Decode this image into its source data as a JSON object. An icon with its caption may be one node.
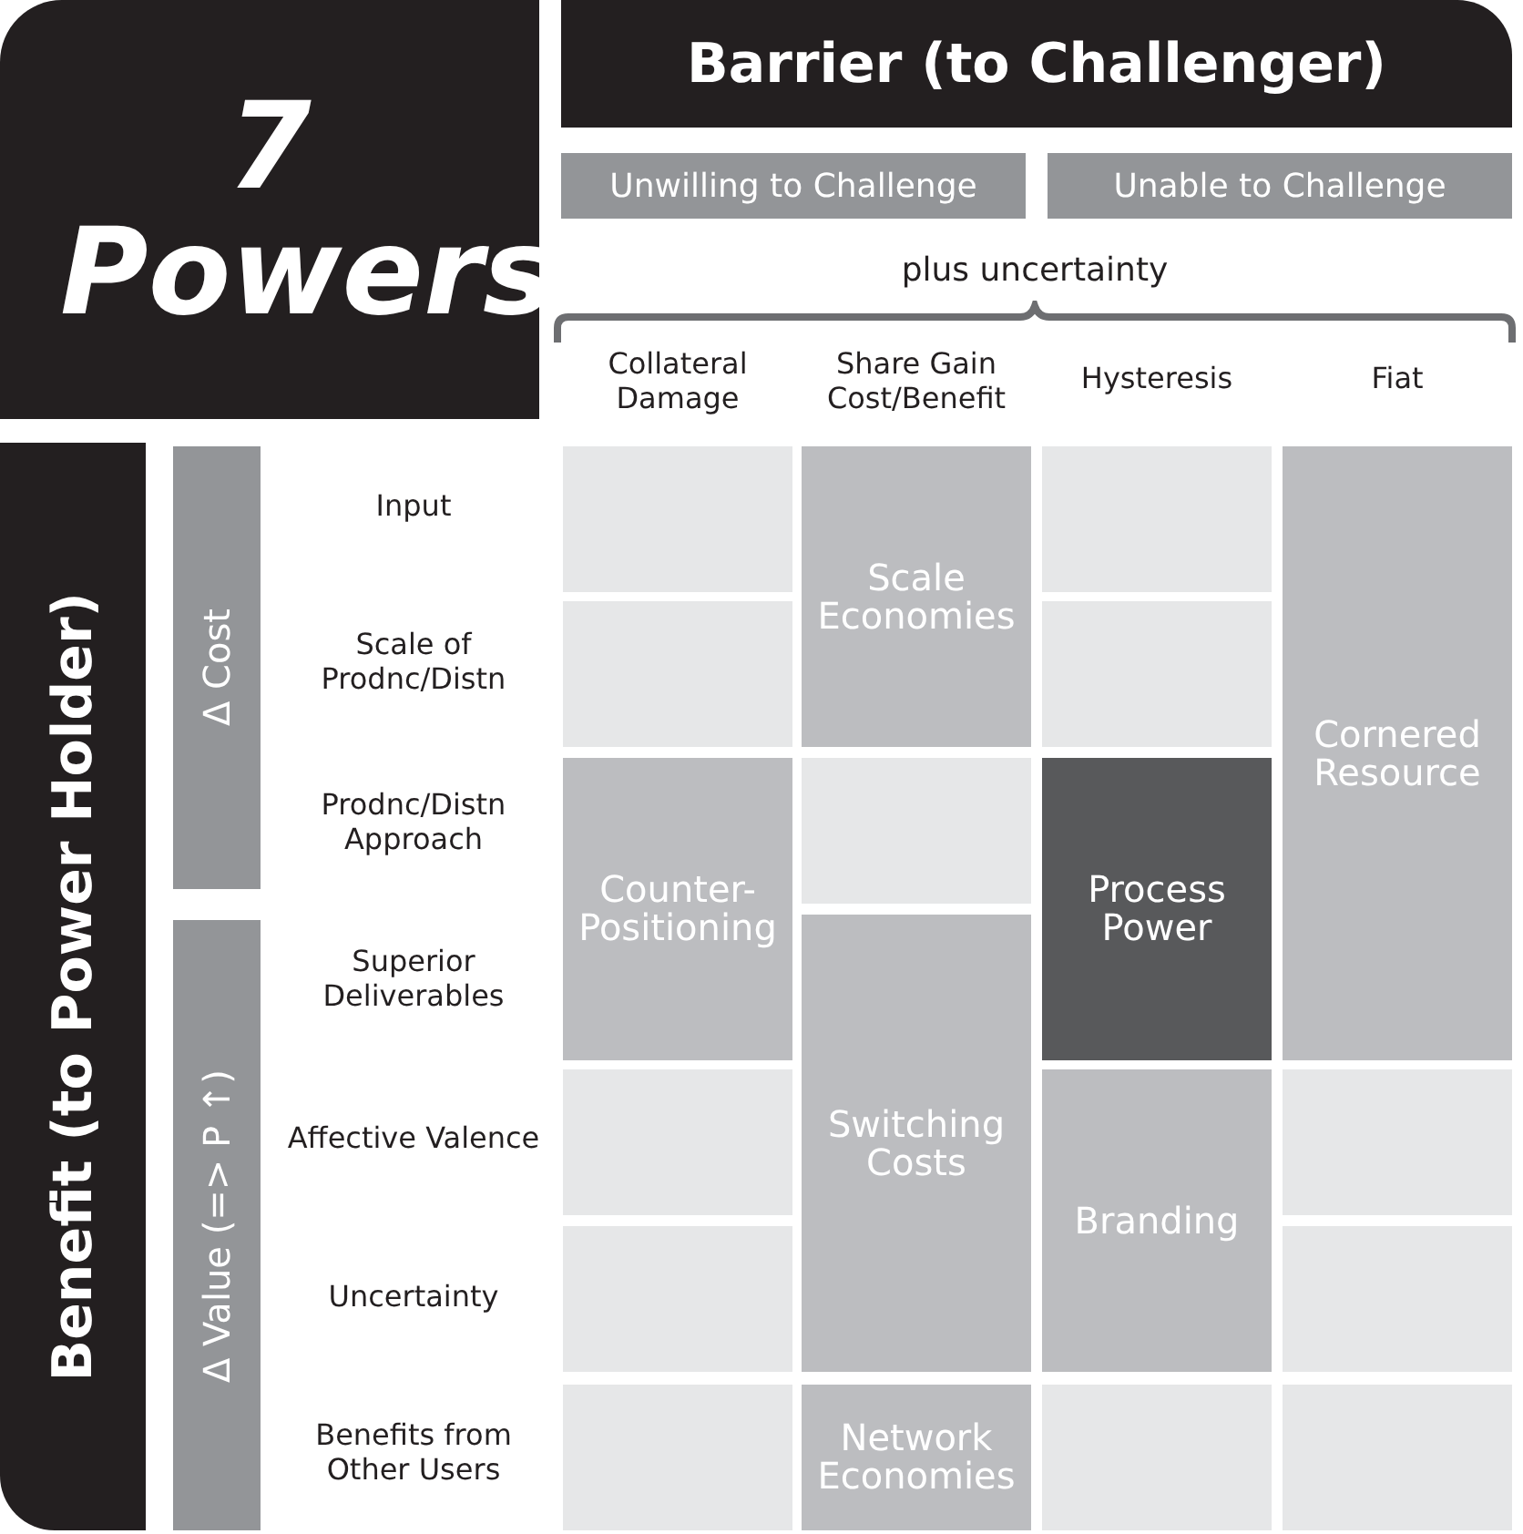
{
  "diagram": {
    "nodes": [
      {
        "text": [
          "7 Powers"
        ]
      },
      {
        "text": [
          "Barrier (to Challenger)"
        ]
      },
      {
        "text": [
          "Unwilling to Challenge"
        ]
      },
      {
        "text": [
          "Unable to Challenge"
        ]
      },
      {
        "text": [
          "Benefit (to Power Holder)"
        ]
      },
      {
        "text": [
          "Δ Cost"
        ]
      },
      {
        "text": [
          "Δ Value (=> P ↑)"
        ]
      },
      {
        "text": [],
        "shape": "box"
      },
      {
        "text": [
          "Scale Economies"
        ]
      },
      {
        "text": [],
        "shape": "box"
      },
      {
        "text": [
          "Cornered Resource"
        ]
      },
      {
        "text": [],
        "shape": "box"
      },
      {
        "text": [],
        "shape": "box"
      },
      {
        "text": [
          "Counter-Positioning"
        ]
      },
      {
        "text": [],
        "shape": "box"
      },
      {
        "text": [
          "Process Power"
        ]
      },
      {
        "text": [
          "Switching Costs"
        ]
      },
      {
        "text": [],
        "shape": "box"
      },
      {
        "text": [
          "Branding"
        ]
      },
      {
        "text": [],
        "shape": "box"
      },
      {
        "text": [],
        "shape": "box"
      },
      {
        "text": [],
        "shape": "box"
      },
      {
        "text": [],
        "shape": "box"
      },
      {
        "text": [
          "Network Economies"
        ]
      },
      {
        "text": [],
        "shape": "box"
      },
      {
        "text": [],
        "shape": "box"
      }
    ],
    "edges": [],
    "labels": [
      "plus uncertainty",
      "Collateral Damage",
      "Share Gain Cost/Benefit",
      "Hysteresis",
      "Fiat",
      "Input",
      "Scale of Prodnc/Distn",
      "Prodnc/Distn Approach",
      "Superior Deliverables",
      "Affective Valence",
      "Uncertainty",
      "Benefits from Other Users"
    ]
  }
}
